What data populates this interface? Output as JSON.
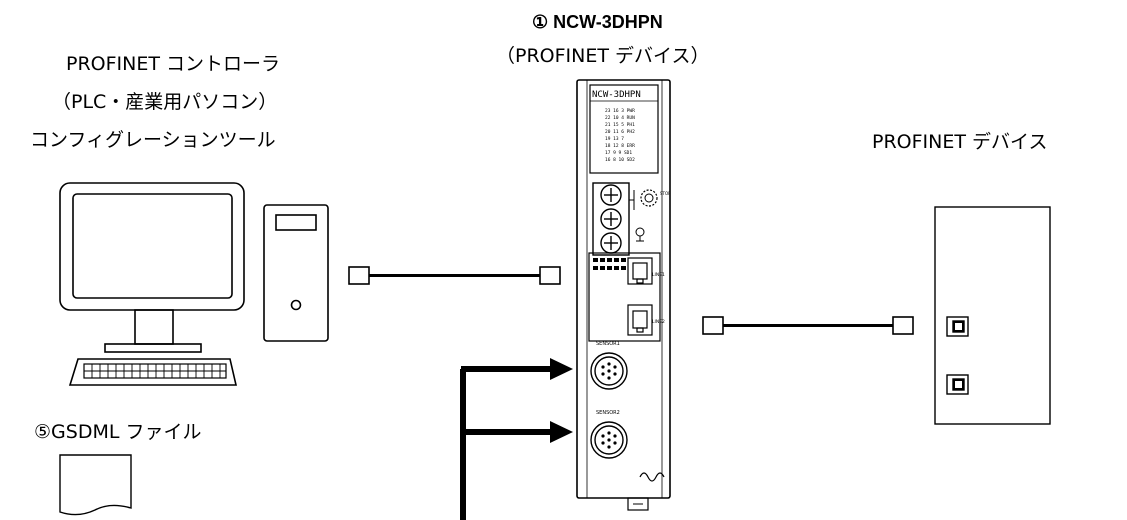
{
  "device_title": "① NCW-3DHPN",
  "device_subtitle": "（PROFINET デバイス）",
  "controller": {
    "line1": "PROFINET コントローラ",
    "line2": "（PLC・産業用パソコン）",
    "line3": "コンフィグレーションツール"
  },
  "gsdml_label": "⑤GSDML ファイル",
  "remote_device_label": "PROFINET デバイス",
  "module": {
    "model_text": "NCW-3DHPN",
    "port1": "LINE1",
    "port2": "LINE2",
    "sensor1": "SENSOR1",
    "sensor2": "SENSOR2",
    "rotary_label": "STOP"
  }
}
